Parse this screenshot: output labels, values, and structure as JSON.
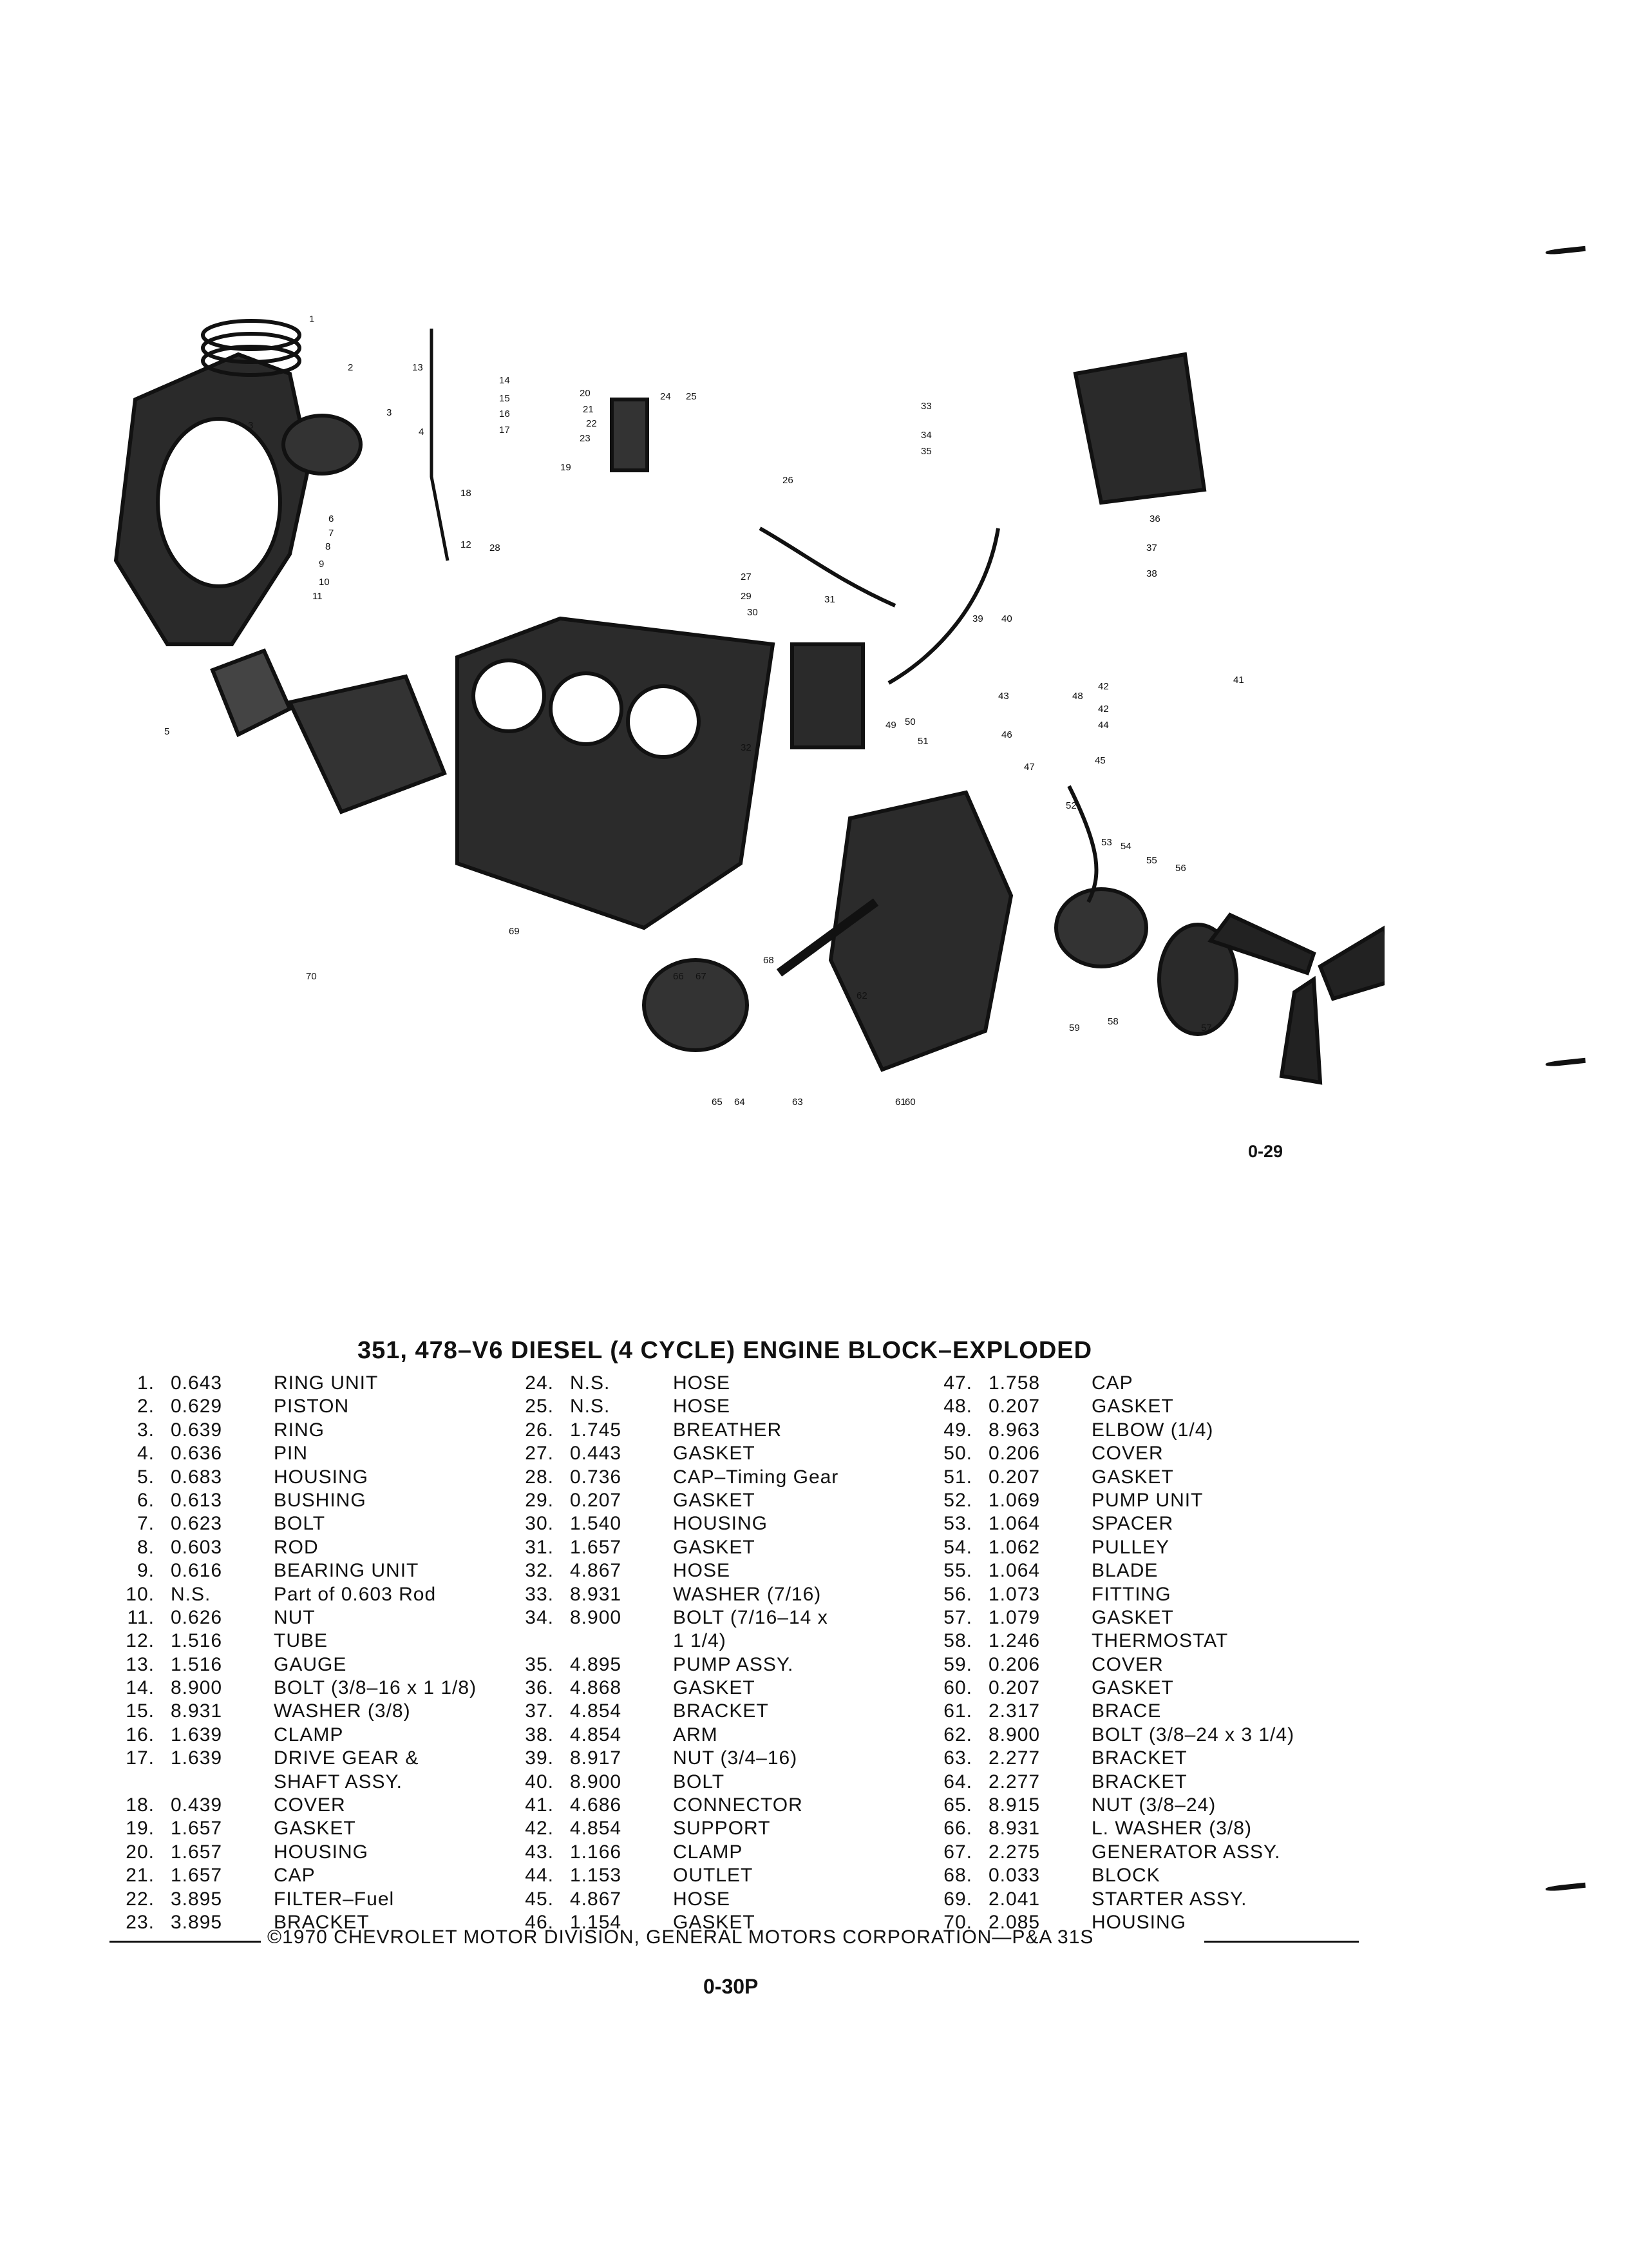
{
  "figure": {
    "code": "0-29",
    "callouts": [
      "1",
      "2",
      "3",
      "3",
      "4",
      "5",
      "6",
      "7",
      "8",
      "9",
      "10",
      "11",
      "12",
      "13",
      "14",
      "15",
      "16",
      "17",
      "18",
      "19",
      "20",
      "21",
      "22",
      "23",
      "24",
      "25",
      "26",
      "27",
      "28",
      "29",
      "30",
      "31",
      "32",
      "33",
      "34",
      "35",
      "36",
      "37",
      "38",
      "39",
      "40",
      "41",
      "42",
      "42",
      "43",
      "44",
      "45",
      "46",
      "47",
      "48",
      "49",
      "50",
      "51",
      "52",
      "53",
      "54",
      "55",
      "56",
      "57",
      "58",
      "59",
      "60",
      "61",
      "62",
      "63",
      "64",
      "65",
      "66",
      "67",
      "68",
      "69",
      "70"
    ]
  },
  "title": "351, 478–V6 DIESEL (4 CYCLE) ENGINE BLOCK–EXPLODED",
  "columns": [
    [
      {
        "num": "1.",
        "code": "0.643",
        "desc": "RING UNIT"
      },
      {
        "num": "2.",
        "code": "0.629",
        "desc": "PISTON"
      },
      {
        "num": "3.",
        "code": "0.639",
        "desc": "RING"
      },
      {
        "num": "4.",
        "code": "0.636",
        "desc": "PIN"
      },
      {
        "num": "5.",
        "code": "0.683",
        "desc": "HOUSING"
      },
      {
        "num": "6.",
        "code": "0.613",
        "desc": "BUSHING"
      },
      {
        "num": "7.",
        "code": "0.623",
        "desc": "BOLT"
      },
      {
        "num": "8.",
        "code": "0.603",
        "desc": "ROD"
      },
      {
        "num": "9.",
        "code": "0.616",
        "desc": "BEARING UNIT"
      },
      {
        "num": "10.",
        "code": "N.S.",
        "desc": "Part of 0.603 Rod"
      },
      {
        "num": "11.",
        "code": "0.626",
        "desc": "NUT"
      },
      {
        "num": "12.",
        "code": "1.516",
        "desc": "TUBE"
      },
      {
        "num": "13.",
        "code": "1.516",
        "desc": "GAUGE"
      },
      {
        "num": "14.",
        "code": "8.900",
        "desc": "BOLT (3/8–16 x 1 1/8)"
      },
      {
        "num": "15.",
        "code": "8.931",
        "desc": "WASHER (3/8)"
      },
      {
        "num": "16.",
        "code": "1.639",
        "desc": "CLAMP"
      },
      {
        "num": "17.",
        "code": "1.639",
        "desc": "DRIVE GEAR &"
      },
      {
        "num": "",
        "code": "",
        "desc": "SHAFT ASSY."
      },
      {
        "num": "18.",
        "code": "0.439",
        "desc": "COVER"
      },
      {
        "num": "19.",
        "code": "1.657",
        "desc": "GASKET"
      },
      {
        "num": "20.",
        "code": "1.657",
        "desc": "HOUSING"
      },
      {
        "num": "21.",
        "code": "1.657",
        "desc": "CAP"
      },
      {
        "num": "22.",
        "code": "3.895",
        "desc": "FILTER–Fuel"
      },
      {
        "num": "23.",
        "code": "3.895",
        "desc": "BRACKET"
      }
    ],
    [
      {
        "num": "24.",
        "code": "N.S.",
        "desc": "HOSE"
      },
      {
        "num": "25.",
        "code": "N.S.",
        "desc": "HOSE"
      },
      {
        "num": "26.",
        "code": "1.745",
        "desc": "BREATHER"
      },
      {
        "num": "27.",
        "code": "0.443",
        "desc": "GASKET"
      },
      {
        "num": "28.",
        "code": "0.736",
        "desc": "CAP–Timing Gear"
      },
      {
        "num": "29.",
        "code": "0.207",
        "desc": "GASKET"
      },
      {
        "num": "30.",
        "code": "1.540",
        "desc": "HOUSING"
      },
      {
        "num": "31.",
        "code": "1.657",
        "desc": "GASKET"
      },
      {
        "num": "32.",
        "code": "4.867",
        "desc": "HOSE"
      },
      {
        "num": "33.",
        "code": "8.931",
        "desc": "WASHER (7/16)"
      },
      {
        "num": "34.",
        "code": "8.900",
        "desc": "BOLT (7/16–14 x"
      },
      {
        "num": "",
        "code": "",
        "desc": "1 1/4)"
      },
      {
        "num": "35.",
        "code": "4.895",
        "desc": "PUMP ASSY."
      },
      {
        "num": "36.",
        "code": "4.868",
        "desc": "GASKET"
      },
      {
        "num": "37.",
        "code": "4.854",
        "desc": "BRACKET"
      },
      {
        "num": "38.",
        "code": "4.854",
        "desc": "ARM"
      },
      {
        "num": "39.",
        "code": "8.917",
        "desc": "NUT (3/4–16)"
      },
      {
        "num": "40.",
        "code": "8.900",
        "desc": "BOLT"
      },
      {
        "num": "41.",
        "code": "4.686",
        "desc": "CONNECTOR"
      },
      {
        "num": "42.",
        "code": "4.854",
        "desc": "SUPPORT"
      },
      {
        "num": "43.",
        "code": "1.166",
        "desc": "CLAMP"
      },
      {
        "num": "44.",
        "code": "1.153",
        "desc": "OUTLET"
      },
      {
        "num": "45.",
        "code": "4.867",
        "desc": "HOSE"
      },
      {
        "num": "46.",
        "code": "1.154",
        "desc": "GASKET"
      }
    ],
    [
      {
        "num": "47.",
        "code": "1.758",
        "desc": "CAP"
      },
      {
        "num": "48.",
        "code": "0.207",
        "desc": "GASKET"
      },
      {
        "num": "49.",
        "code": "8.963",
        "desc": "ELBOW (1/4)"
      },
      {
        "num": "50.",
        "code": "0.206",
        "desc": "COVER"
      },
      {
        "num": "51.",
        "code": "0.207",
        "desc": "GASKET"
      },
      {
        "num": "52.",
        "code": "1.069",
        "desc": "PUMP UNIT"
      },
      {
        "num": "53.",
        "code": "1.064",
        "desc": "SPACER"
      },
      {
        "num": "54.",
        "code": "1.062",
        "desc": "PULLEY"
      },
      {
        "num": "55.",
        "code": "1.064",
        "desc": "BLADE"
      },
      {
        "num": "56.",
        "code": "1.073",
        "desc": "FITTING"
      },
      {
        "num": "57.",
        "code": "1.079",
        "desc": "GASKET"
      },
      {
        "num": "58.",
        "code": "1.246",
        "desc": "THERMOSTAT"
      },
      {
        "num": "59.",
        "code": "0.206",
        "desc": "COVER"
      },
      {
        "num": "60.",
        "code": "0.207",
        "desc": "GASKET"
      },
      {
        "num": "61.",
        "code": "2.317",
        "desc": "BRACE"
      },
      {
        "num": "62.",
        "code": "8.900",
        "desc": "BOLT (3/8–24 x 3 1/4)"
      },
      {
        "num": "63.",
        "code": "2.277",
        "desc": "BRACKET"
      },
      {
        "num": "64.",
        "code": "2.277",
        "desc": "BRACKET"
      },
      {
        "num": "65.",
        "code": "8.915",
        "desc": "NUT (3/8–24)"
      },
      {
        "num": "66.",
        "code": "8.931",
        "desc": "L. WASHER (3/8)"
      },
      {
        "num": "67.",
        "code": "2.275",
        "desc": "GENERATOR ASSY."
      },
      {
        "num": "68.",
        "code": "0.033",
        "desc": "BLOCK"
      },
      {
        "num": "69.",
        "code": "2.041",
        "desc": "STARTER ASSY."
      },
      {
        "num": "70.",
        "code": "2.085",
        "desc": "HOUSING"
      }
    ]
  ],
  "footer": "©1970 CHEVROLET MOTOR DIVISION, GENERAL MOTORS CORPORATION—P&A 31S",
  "page_number": "0-30P"
}
